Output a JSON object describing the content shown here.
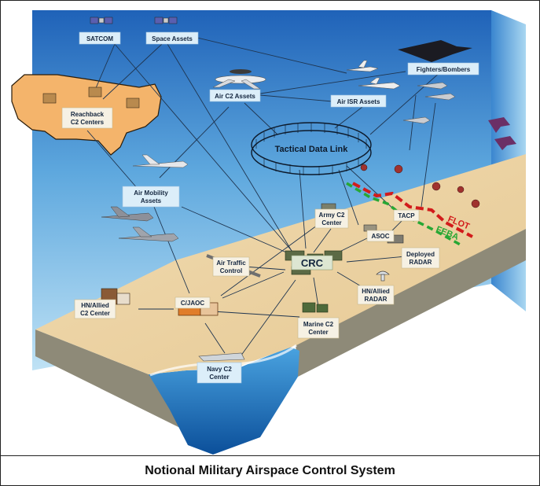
{
  "title": "Notional Military Airspace Control System",
  "nodes": {
    "satcom": "SATCOM",
    "space_assets": "Space Assets",
    "fighters_bombers": "Fighters/Bombers",
    "air_c2_assets": "Air C2 Assets",
    "air_isr_assets": "Air ISR Assets",
    "reachback_line1": "Reachback",
    "reachback_line2": "C2 Centers",
    "tactical_data_link": "Tactical Data Link",
    "air_mobility_line1": "Air Mobility",
    "air_mobility_line2": "Assets",
    "army_c2_line1": "Army C2",
    "army_c2_line2": "Center",
    "tacp": "TACP",
    "flot": "FLOT",
    "feba": "FEBA",
    "asoc": "ASOC",
    "deployed_radar_line1": "Deployed",
    "deployed_radar_line2": "RADAR",
    "crc": "CRC",
    "air_traffic_line1": "Air Traffic",
    "air_traffic_line2": "Control",
    "hn_radar_line1": "HN/Allied",
    "hn_radar_line2": "RADAR",
    "hn_c2_line1": "HN/Allied",
    "hn_c2_line2": "C2 Center",
    "cjaoc": "C/JAOC",
    "marine_c2_line1": "Marine C2",
    "marine_c2_line2": "Center",
    "navy_c2_line1": "Navy C2",
    "navy_c2_line2": "Center"
  }
}
